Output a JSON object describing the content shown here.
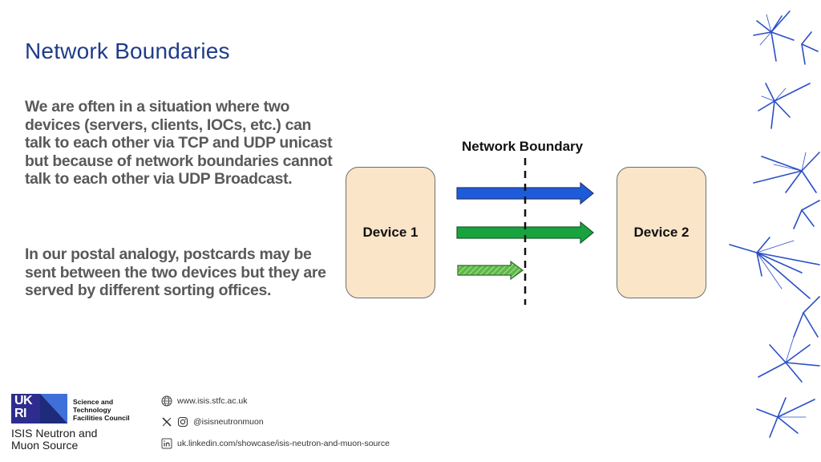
{
  "slide": {
    "title": "Network Boundaries",
    "paragraph_1": "We are often in a situation where two devices (servers, clients, IOCs, etc.) can talk to each other via TCP and UDP unicast but because of network boundaries cannot talk to each other via UDP Broadcast.",
    "paragraph_2": "In our postal analogy, postcards may be sent between the two devices but they are served by different sorting offices."
  },
  "diagram": {
    "boundary_label": "Network Boundary",
    "device_1": "Device 1",
    "device_2": "Device 2",
    "arrows": [
      {
        "name": "tcp",
        "color": "#1e5bdb",
        "crosses_boundary": true
      },
      {
        "name": "udp-unicast",
        "color": "#18a33f",
        "crosses_boundary": true
      },
      {
        "name": "udp-broadcast",
        "color": "#6ec44f",
        "crosses_boundary": false
      }
    ]
  },
  "footer": {
    "logo_text_1": "UK",
    "logo_text_2": "RI",
    "council_line_1": "Science and",
    "council_line_2": "Technology",
    "council_line_3": "Facilities Council",
    "org_line_1": "ISIS Neutron and",
    "org_line_2": "Muon Source",
    "website": "www.isis.stfc.ac.uk",
    "social_handle": "@isisneutronmuon",
    "linkedin": "uk.linkedin.com/showcase/isis-neutron-and-muon-source",
    "icons": [
      "globe-icon",
      "x-logo-icon",
      "instagram-icon",
      "linkedin-icon"
    ]
  },
  "colors": {
    "title": "#1f3c8a",
    "body_text": "#595959",
    "device_fill": "#fbe5c9",
    "decoration": "#2a4fc8"
  }
}
